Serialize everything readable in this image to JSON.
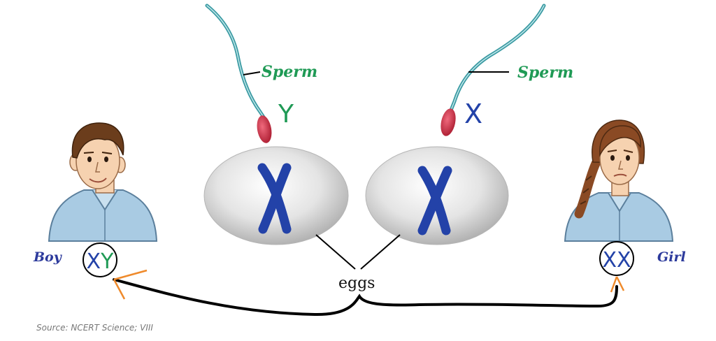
{
  "labels": {
    "sperm_left": "Sperm",
    "sperm_right": "Sperm",
    "boy": "Boy",
    "girl": "Girl",
    "eggs": "eggs",
    "source": "Source: NCERT Science; VIII"
  },
  "chromosomes": {
    "sperm_left": "Y",
    "sperm_right": "X",
    "egg_left": "X",
    "egg_right": "X",
    "boy": "XY",
    "girl": "XX"
  },
  "colors": {
    "x_chromosome": "#2342a8",
    "y_chromosome": "#1f9a55",
    "sperm_head": "#c8283e",
    "sperm_tail": "#3a9aa2",
    "label_green": "#1f9a55",
    "label_blue": "#2c3a9c",
    "shirt": "#a9cbe3",
    "skin": "#f6d2b0",
    "hair_boy": "#6b3d1c",
    "hair_girl": "#8a4a24",
    "arrow": "#ef8a2b"
  }
}
